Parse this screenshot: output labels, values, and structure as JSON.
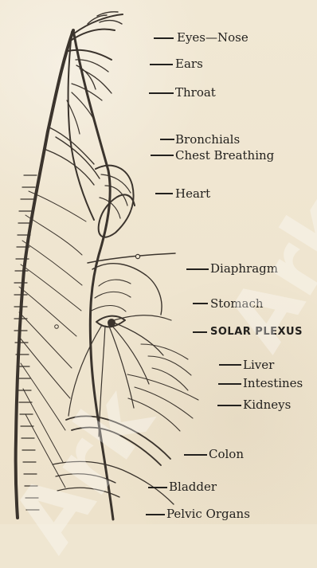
{
  "diagram": {
    "labels": {
      "eyes_nose": "Eyes—Nose",
      "ears": "Ears",
      "throat": "Throat",
      "bronchials": "Bronchials",
      "chest_breathing": "Chest Breathing",
      "heart": "Heart",
      "diaphragm": "Diaphragm",
      "stomach": "Stomach",
      "solar_plexus": "SOLAR PLEXUS",
      "liver": "Liver",
      "intestines": "Intestines",
      "kidneys": "Kidneys",
      "colon": "Colon",
      "bladder": "Bladder",
      "pelvic_organs": "Pelvic Organs"
    },
    "watermarks": {
      "line1": "Ark",
      "line2": "Ark"
    }
  }
}
